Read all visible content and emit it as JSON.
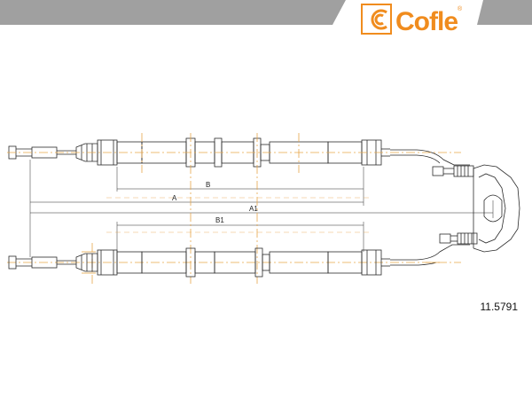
{
  "brand": {
    "name": "Cofle",
    "registered_mark": "®",
    "accent_color": "#f08c1e",
    "banner_color": "#a0a0a0"
  },
  "part_number": "11.5791",
  "dimension_labels": {
    "a": "A",
    "b": "B",
    "a1": "A1",
    "b1": "B1"
  },
  "colors": {
    "line": "#2a2a2a",
    "centerline": "#e6a64a"
  }
}
